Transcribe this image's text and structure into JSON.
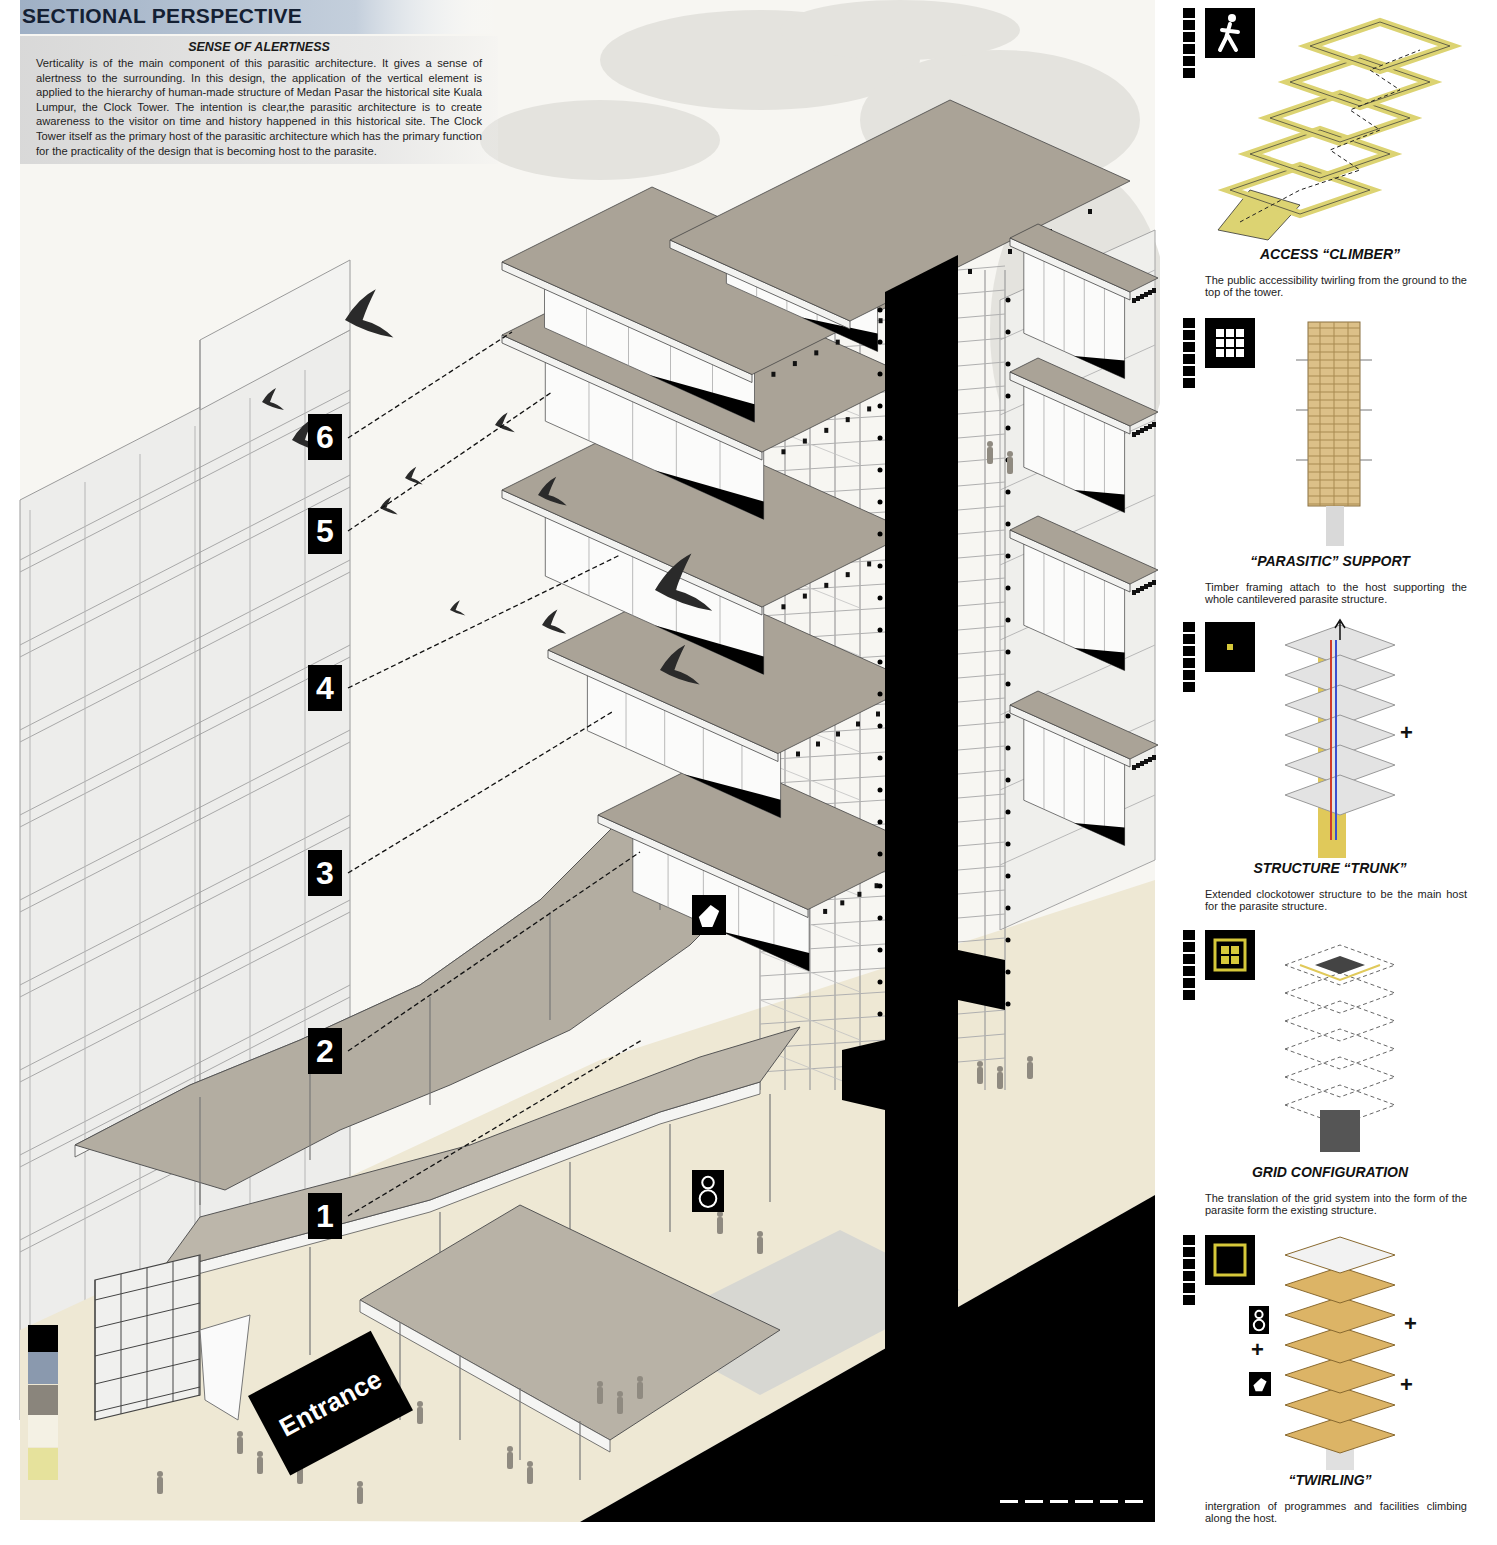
{
  "diagram": {
    "title": "SECTIONAL PERSPECTIVE",
    "nodes": [
      {
        "text": [
          "SENSE OF ALERTNESS",
          "Verticality is of the main component of this parasitic architecture. It gives a sense of alertness to the surrounding. In this design, the application of the vertical element is applied to the hierarchy of human-made structure of Medan Pasar the historical site Kuala Lumpur, the Clock Tower. The intention is clear,the parasitic architecture is to create awareness to the visitor on time and history happened in this historical site. The Clock Tower itself as the primary host of the parasitic architecture which has the primary function for the practicality of the design that is becoming host to the parasite."
        ]
      },
      {
        "text": [
          "6"
        ]
      },
      {
        "text": [
          "5"
        ]
      },
      {
        "text": [
          "4"
        ]
      },
      {
        "text": [
          "3"
        ]
      },
      {
        "text": [
          "2"
        ]
      },
      {
        "text": [
          "1"
        ]
      },
      {
        "text": [
          "Entrance"
        ]
      }
    ],
    "labels": [
      "ACCESS “CLIMBER”",
      "The public accessibility twirling from the ground to the top of the tower.",
      "“PARASITIC” SUPPORT",
      "Timber framing attach to the host supporting the whole cantilevered parasite structure.",
      "STRUCTURE “TRUNK”",
      "Extended clockotower structure to be the main host for the parasite structure.",
      "GRID CONFIGURATION",
      "The translation of the grid system into the form of the parasite form the existing structure.",
      "“TWIRLING”",
      "intergration of programmes and facilities climbing along the host.",
      "+",
      "+",
      "+",
      "+"
    ]
  }
}
